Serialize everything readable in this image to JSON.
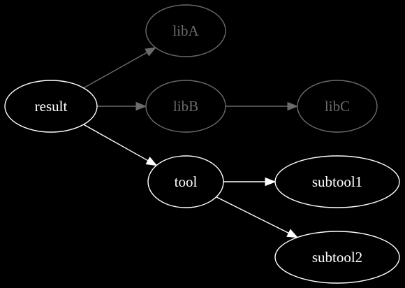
{
  "diagram": {
    "type": "directed-graph",
    "background": "#000000",
    "colors": {
      "active": "#ffffff",
      "inactive": "#6b6b6b"
    },
    "nodes": [
      {
        "id": "result",
        "label": "result",
        "status": "active"
      },
      {
        "id": "libA",
        "label": "libA",
        "status": "inactive"
      },
      {
        "id": "libB",
        "label": "libB",
        "status": "inactive"
      },
      {
        "id": "libC",
        "label": "libC",
        "status": "inactive"
      },
      {
        "id": "tool",
        "label": "tool",
        "status": "active"
      },
      {
        "id": "subtool1",
        "label": "subtool1",
        "status": "active"
      },
      {
        "id": "subtool2",
        "label": "subtool2",
        "status": "active"
      }
    ],
    "edges": [
      {
        "from": "result",
        "to": "libA",
        "status": "inactive"
      },
      {
        "from": "result",
        "to": "libB",
        "status": "inactive"
      },
      {
        "from": "libB",
        "to": "libC",
        "status": "inactive"
      },
      {
        "from": "result",
        "to": "tool",
        "status": "active"
      },
      {
        "from": "tool",
        "to": "subtool1",
        "status": "active"
      },
      {
        "from": "tool",
        "to": "subtool2",
        "status": "active"
      }
    ]
  }
}
